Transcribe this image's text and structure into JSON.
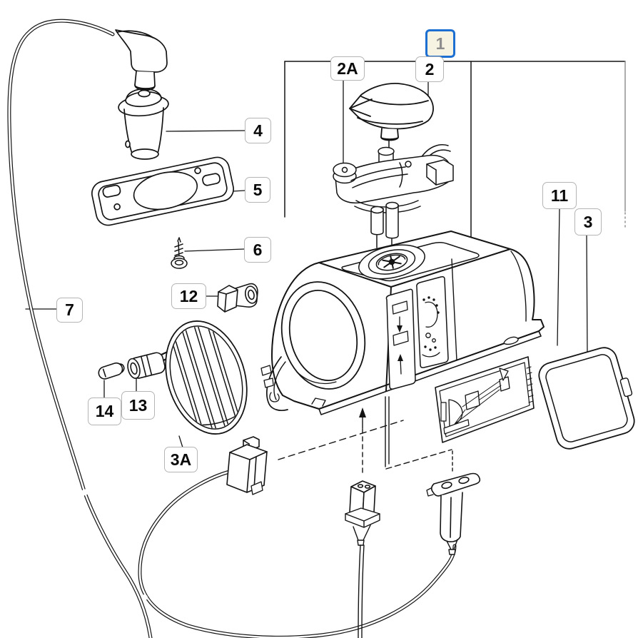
{
  "diagram": {
    "kind": "exploded-parts-diagram",
    "highlight_color": "#1d6fd2",
    "line_color": "#141414",
    "active_callout": "1",
    "callouts": [
      {
        "id": "1",
        "label": "1",
        "highlighted": true
      },
      {
        "id": "2A",
        "label": "2A",
        "highlighted": false
      },
      {
        "id": "2",
        "label": "2",
        "highlighted": false
      },
      {
        "id": "4",
        "label": "4",
        "highlighted": false
      },
      {
        "id": "5",
        "label": "5",
        "highlighted": false
      },
      {
        "id": "6",
        "label": "6",
        "highlighted": false
      },
      {
        "id": "7",
        "label": "7",
        "highlighted": false
      },
      {
        "id": "12",
        "label": "12",
        "highlighted": false
      },
      {
        "id": "14",
        "label": "14",
        "highlighted": false
      },
      {
        "id": "13",
        "label": "13",
        "highlighted": false
      },
      {
        "id": "3A",
        "label": "3A",
        "highlighted": false
      },
      {
        "id": "11",
        "label": "11",
        "highlighted": false
      },
      {
        "id": "3",
        "label": "3",
        "highlighted": false
      }
    ]
  }
}
